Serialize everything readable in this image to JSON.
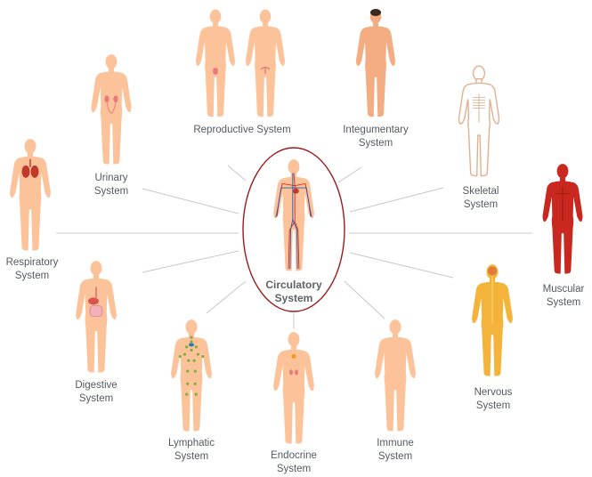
{
  "diagram": {
    "center": {
      "line1": "Circulatory",
      "line2": "System"
    },
    "systems": [
      {
        "id": "reproductive",
        "line1": "Reproductive System",
        "line2": ""
      },
      {
        "id": "integumentary",
        "line1": "Integumentary",
        "line2": "System"
      },
      {
        "id": "urinary",
        "line1": "Urinary",
        "line2": "System"
      },
      {
        "id": "skeletal",
        "line1": "Skeletal",
        "line2": "System"
      },
      {
        "id": "respiratory",
        "line1": "Respiratory",
        "line2": "System"
      },
      {
        "id": "muscular",
        "line1": "Muscular",
        "line2": "System"
      },
      {
        "id": "digestive",
        "line1": "Digestive",
        "line2": "System"
      },
      {
        "id": "nervous",
        "line1": "Nervous",
        "line2": "System"
      },
      {
        "id": "lymphatic",
        "line1": "Lymphatic",
        "line2": "System"
      },
      {
        "id": "endocrine",
        "line1": "Endocrine",
        "line2": "System"
      },
      {
        "id": "immune",
        "line1": "Immune",
        "line2": "System"
      }
    ]
  },
  "colors": {
    "skin": "#fcc39a",
    "skin_shade": "#f4ad83",
    "hair": "#3b2a1f",
    "bone": "#ffffff",
    "bone_outline": "#e0b090",
    "muscle": "#c8281f",
    "muscle_dark": "#9e1a14",
    "nerve": "#f4b43c",
    "artery": "#d32a1e",
    "vein": "#2a5aa8",
    "lymph": "#7fae3a",
    "organ": "#e87a7a",
    "gland": "#f39a1c",
    "connector": "#c8c8c8",
    "ellipse": "#9b1b1b",
    "text": "#555a60"
  }
}
